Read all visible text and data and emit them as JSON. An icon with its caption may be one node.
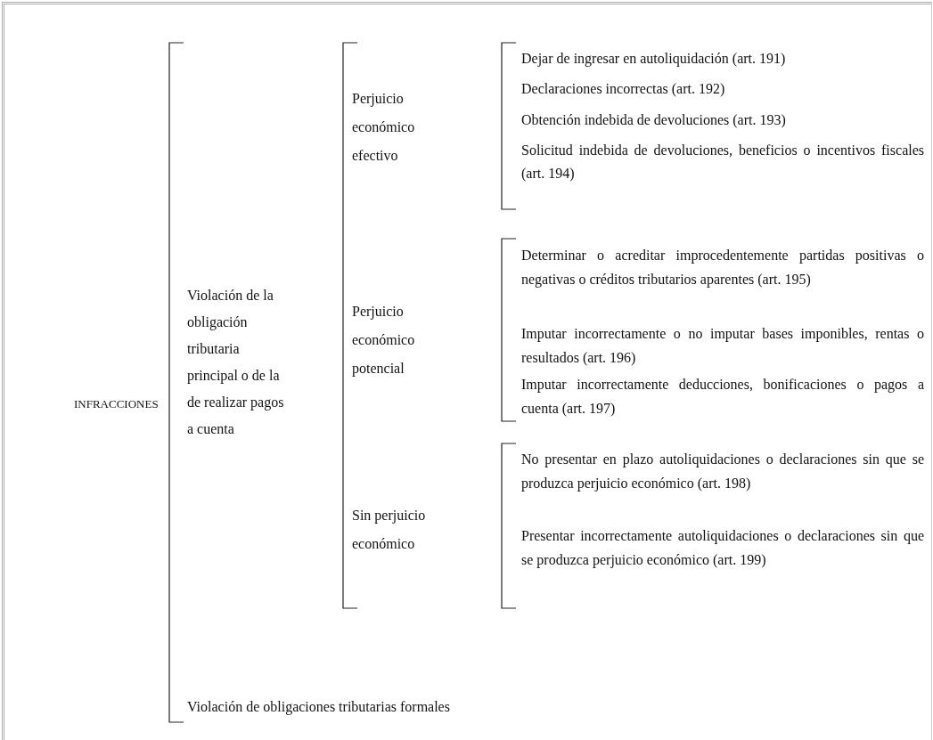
{
  "diagram": {
    "nodes": [
      {
        "text": [
          "INFRACCIONES"
        ]
      },
      {
        "text": [
          "Violación de la obligación tributaria principal o de la de realizar pagos a cuenta"
        ]
      },
      {
        "text": [
          "Perjuicio económico efectivo"
        ]
      },
      {
        "text": [
          "Dejar de ingresar en autoliquidación (art. 191)"
        ]
      },
      {
        "text": [
          "Declaraciones incorrectas (art. 192)"
        ]
      },
      {
        "text": [
          "Obtención indebida de devoluciones (art. 193)"
        ]
      },
      {
        "text": [
          "Solicitud indebida de devoluciones, beneficios o incentivos fiscales (art. 194)"
        ]
      },
      {
        "text": [
          "Perjuicio económico potencial"
        ]
      },
      {
        "text": [
          "Determinar o acreditar improcedentemente partidas positivas o negativas o créditos tributarios aparentes (art. 195)"
        ]
      },
      {
        "text": [
          "Imputar incorrectamente o no imputar bases imponibles, rentas o resultados (art. 196)"
        ]
      },
      {
        "text": [
          "Imputar incorrectamente deducciones, bonificaciones o pagos a cuenta (art. 197)"
        ]
      },
      {
        "text": [
          "Sin perjuicio económico"
        ]
      },
      {
        "text": [
          "No presentar en plazo autoliquidaciones o declaraciones sin que se produzca perjuicio económico (art. 198)"
        ]
      },
      {
        "text": [
          "Presentar incorrectamente autoliquidaciones o declaraciones sin que se produzca perjuicio económico (art. 199)"
        ]
      },
      {
        "text": [
          "Violación de obligaciones tributarias formales"
        ]
      }
    ]
  }
}
